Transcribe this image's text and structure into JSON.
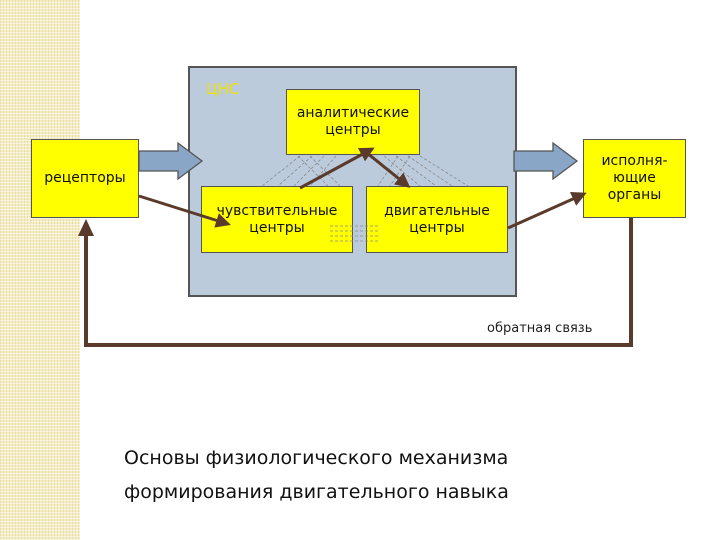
{
  "diagram": {
    "cns_label": "ЦНС",
    "nodes": {
      "receptors": [
        "рецепторы"
      ],
      "analytic": [
        "аналитические",
        "центры"
      ],
      "sensory": [
        "чувствительные",
        "центры"
      ],
      "motor": [
        "двигательные",
        "центры"
      ],
      "effectors": [
        "исполня-",
        "ющие",
        "органы"
      ]
    },
    "feedback_label": "обратная связь",
    "colors": {
      "node_fill": "#ffff00",
      "cns_fill": "#bccbdc",
      "cns_label": "#f0e000",
      "input_arrow": "#8aa6c6",
      "link_arrow": "#5a3a2a",
      "stripe": "#f4ecc2"
    }
  },
  "caption": {
    "line1": "Основы физиологического механизма",
    "line2": "формирования двигательного навыка"
  }
}
